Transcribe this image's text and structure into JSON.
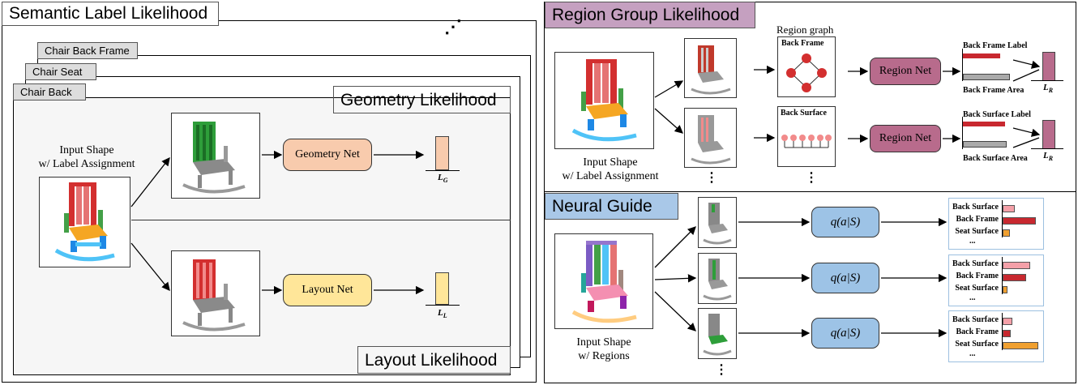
{
  "left_panel": {
    "title": "Semantic Label Likelihood",
    "tabs": [
      "Chair Back Frame",
      "Chair Seat",
      "Chair Back"
    ],
    "geometry_header": "Geometry Likelihood",
    "layout_header": "Layout Likelihood",
    "input_caption_line1": "Input Shape",
    "input_caption_line2": "w/ Label Assignment",
    "geometry_net": "Geometry Net",
    "layout_net": "Layout Net",
    "lg_label": "L",
    "lg_sub": "G",
    "ll_label": "L",
    "ll_sub": "L",
    "ellipsis": "⋰"
  },
  "region_panel": {
    "title": "Region Group Likelihood",
    "region_graph_label": "Region graph",
    "back_frame": "Back Frame",
    "back_surface": "Back Surface",
    "region_net": "Region Net",
    "back_frame_label": "Back Frame Label",
    "back_frame_area": "Back Frame Area",
    "back_surface_label": "Back Surface Label",
    "back_surface_area": "Back Surface Area",
    "lr_label": "L",
    "lr_sub": "R",
    "input_caption_line1": "Input Shape",
    "input_caption_line2": "w/ Label Assignment",
    "vdots": "⋮"
  },
  "guide_panel": {
    "title": "Neural Guide",
    "policy_label": "q(a|S)",
    "input_caption_line1": "Input Shape",
    "input_caption_line2": "w/ Regions",
    "vdots": "⋮",
    "rows": [
      {
        "labels": [
          "Back Surface",
          "Back Frame",
          "Seat Surface"
        ],
        "values": [
          0.18,
          0.55,
          0.1
        ],
        "colors": [
          "#f4a0a8",
          "#c8282f",
          "#f0a030"
        ]
      },
      {
        "labels": [
          "Back Surface",
          "Back Frame",
          "Seat Surface"
        ],
        "values": [
          0.45,
          0.38,
          0.06
        ],
        "colors": [
          "#f4a0a8",
          "#c8282f",
          "#f0a030"
        ]
      },
      {
        "labels": [
          "Back Surface",
          "Back Frame",
          "Seat Surface"
        ],
        "values": [
          0.14,
          0.12,
          0.6
        ],
        "colors": [
          "#f4a0a8",
          "#c8282f",
          "#f0a030"
        ]
      }
    ],
    "more": "..."
  },
  "colors": {
    "geometry_fill": "#f8cbad",
    "layout_fill": "#ffe699",
    "region_title_fill": "#c5a0c0",
    "region_net_fill": "#b86b8c",
    "guide_title_fill": "#a9c8e8",
    "policy_fill": "#9dc3e6"
  }
}
